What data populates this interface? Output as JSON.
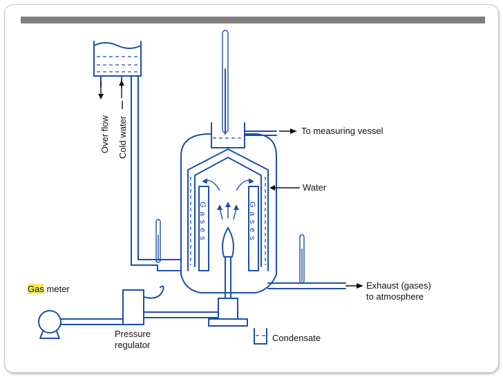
{
  "labels": {
    "over_flow": "Over flow",
    "cold_water": "Cold water",
    "to_measuring_vessel": "To measuring vessel",
    "water": "Water",
    "gases_left": "Gases",
    "gases_right": "Gases",
    "gas_meter_highlight": "Gas",
    "gas_meter_rest": " meter",
    "pressure_regulator_line1": "Pressure",
    "pressure_regulator_line2": "regulator",
    "exhaust_line1": "Exhaust (gases)",
    "exhaust_line2": "to atmosphere",
    "condensate": "Condensate"
  },
  "colors": {
    "diagram_ink": "#1a4ea8",
    "label_ink": "#111111",
    "highlight": "#f4ea55",
    "title_bar": "#808080"
  }
}
